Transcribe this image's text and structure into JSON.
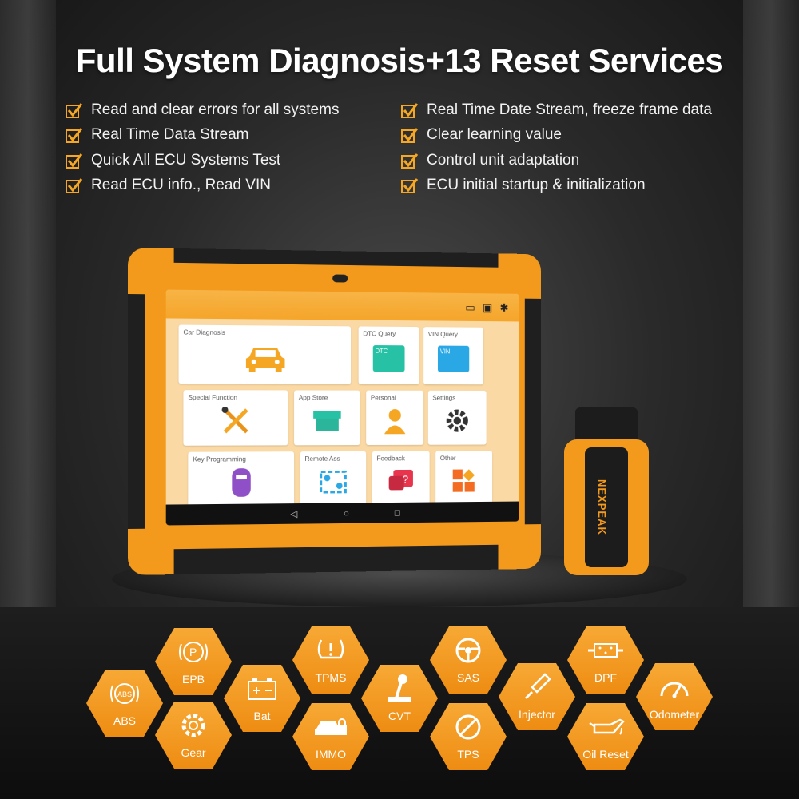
{
  "title": "Full System Diagnosis+13 Reset Services",
  "features_left": [
    "Read and clear errors for all systems",
    "Real Time Data Stream",
    "Quick All ECU Systems Test",
    "Read ECU info., Read VIN"
  ],
  "features_right": [
    "Real Time Date Stream, freeze frame data",
    "Clear learning value",
    "Control unit adaptation",
    "ECU initial startup & initialization"
  ],
  "tablet": {
    "tiles": {
      "car_diagnosis": "Car Diagnosis",
      "dtc_query": "DTC Query",
      "vin_query": "VIN Query",
      "special_function": "Special Function",
      "app_store": "App Store",
      "personal": "Personal",
      "settings": "Settings",
      "key_programming": "Key Programming",
      "remote_ass": "Remote Ass",
      "feedback": "Feedback",
      "other": "Other"
    },
    "dtc_badge": "DTC",
    "vin_badge": "VIN",
    "nav": {
      "back": "◁",
      "home": "○",
      "recent": "□"
    }
  },
  "dongle_brand": "NEXPEAK",
  "services": {
    "abs": "ABS",
    "epb": "EPB",
    "gear": "Gear",
    "bat": "Bat",
    "tpms": "TPMS",
    "immo": "IMMO",
    "cvt": "CVT",
    "sas": "SAS",
    "tps": "TPS",
    "injector": "Injector",
    "dpf": "DPF",
    "oil_reset": "Oil Reset",
    "odometer": "Odometer"
  },
  "colors": {
    "accent": "#f39a1c",
    "check": "#f5a623",
    "background": "#2a2a2a"
  }
}
